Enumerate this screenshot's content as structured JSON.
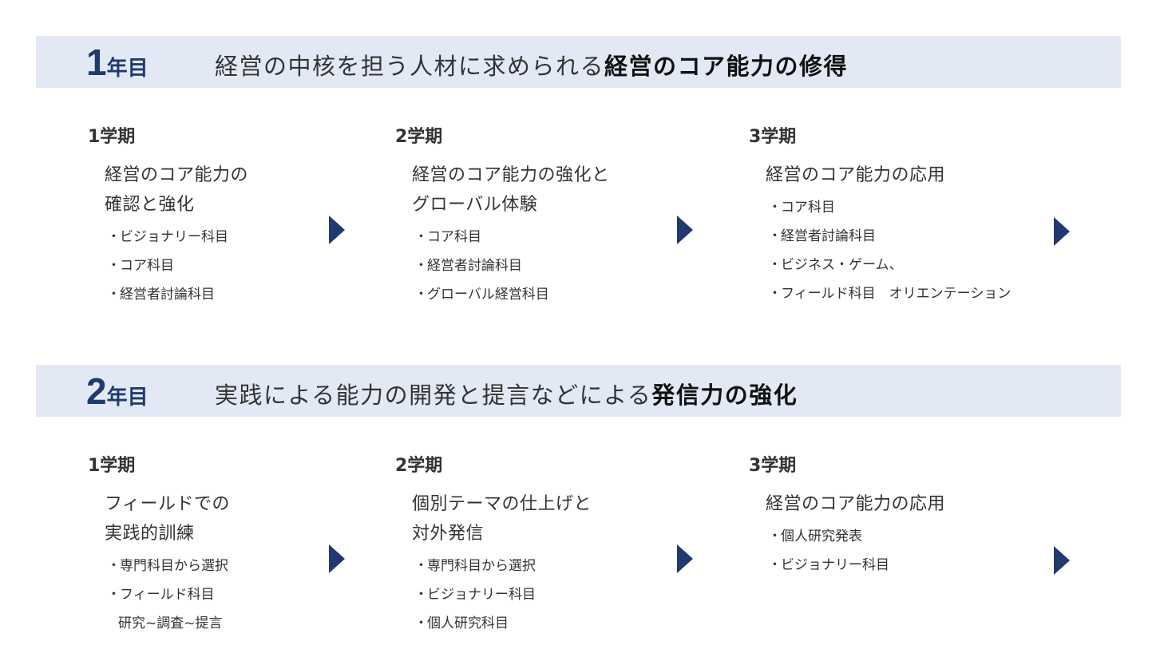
{
  "years": [
    {
      "number": "1",
      "suffix": "年目",
      "title_normal": "経営の中核を担う人材に求められる",
      "title_bold": "経営のコア能力の修得",
      "terms": [
        {
          "label": "1学期",
          "subtitle": [
            "経営のコア能力の",
            "確認と強化"
          ],
          "items": [
            {
              "text": "ビジョナリー科目"
            },
            {
              "text": "コア科目"
            },
            {
              "text": "経営者討論科目"
            }
          ]
        },
        {
          "label": "2学期",
          "subtitle": [
            "経営のコア能力の強化と",
            "グローバル体験"
          ],
          "items": [
            {
              "text": "コア科目"
            },
            {
              "text": "経営者討論科目"
            },
            {
              "text": "グローバル経営科目"
            }
          ]
        },
        {
          "label": "3学期",
          "subtitle": [
            "経営のコア能力の応用"
          ],
          "items": [
            {
              "text": "コア科目"
            },
            {
              "text": "経営者討論科目"
            },
            {
              "text": "ビジネス・ゲーム、"
            },
            {
              "text": "フィールド科目　オリエンテーション"
            }
          ]
        }
      ]
    },
    {
      "number": "2",
      "suffix": "年目",
      "title_normal": "実践による能力の開発と提言などによる",
      "title_bold": "発信力の強化",
      "terms": [
        {
          "label": "1学期",
          "subtitle": [
            "フィールドでの",
            "実践的訓練"
          ],
          "items": [
            {
              "text": "専門科目から選択"
            },
            {
              "text": "フィールド科目",
              "cont": "研究~調査~提言"
            }
          ]
        },
        {
          "label": "2学期",
          "subtitle": [
            "個別テーマの仕上げと",
            "対外発信"
          ],
          "items": [
            {
              "text": "専門科目から選択"
            },
            {
              "text": "ビジョナリー科目"
            },
            {
              "text": "個人研究科目"
            }
          ]
        },
        {
          "label": "3学期",
          "subtitle": [
            "経営のコア能力の応用"
          ],
          "items": [
            {
              "text": "個人研究発表"
            },
            {
              "text": "ビジョナリー科目"
            }
          ]
        }
      ]
    }
  ],
  "bullet": "・",
  "colors": {
    "banner": "#e2e9f5",
    "accent": "#1f3a6e"
  }
}
